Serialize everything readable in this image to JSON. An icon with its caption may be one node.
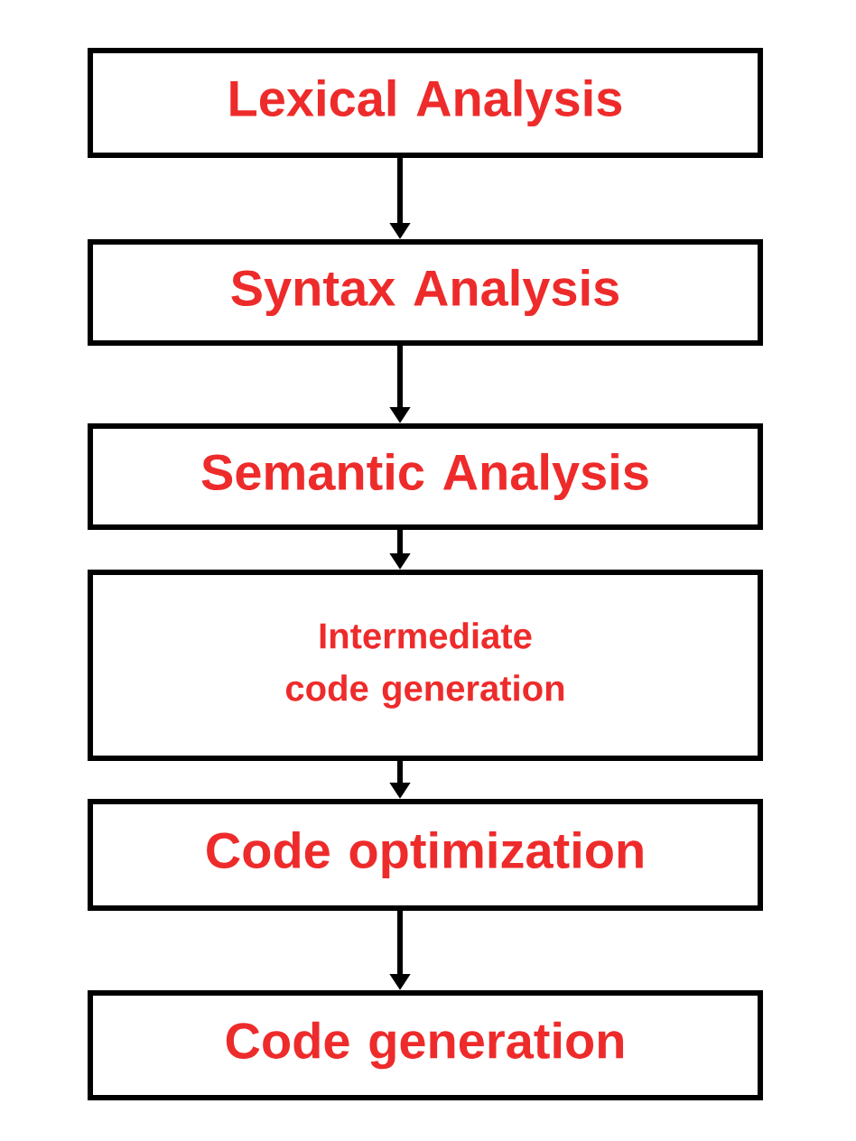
{
  "diagram": {
    "nodes": [
      {
        "text": [
          "Lexical Analysis"
        ]
      },
      {
        "text": [
          "Syntax Analysis"
        ]
      },
      {
        "text": [
          "Semantic Analysis"
        ]
      },
      {
        "text": [
          "Intermediate code generation"
        ]
      },
      {
        "text": [
          "Code optimization"
        ]
      },
      {
        "text": [
          "Code generation"
        ]
      }
    ],
    "edges": [
      {
        "from": 0,
        "to": 1,
        "arrow": "to"
      },
      {
        "from": 1,
        "to": 2,
        "arrow": "to"
      },
      {
        "from": 2,
        "to": 3,
        "arrow": "to"
      },
      {
        "from": 3,
        "to": 4,
        "arrow": "to"
      },
      {
        "from": 4,
        "to": 5,
        "arrow": "to"
      }
    ]
  }
}
